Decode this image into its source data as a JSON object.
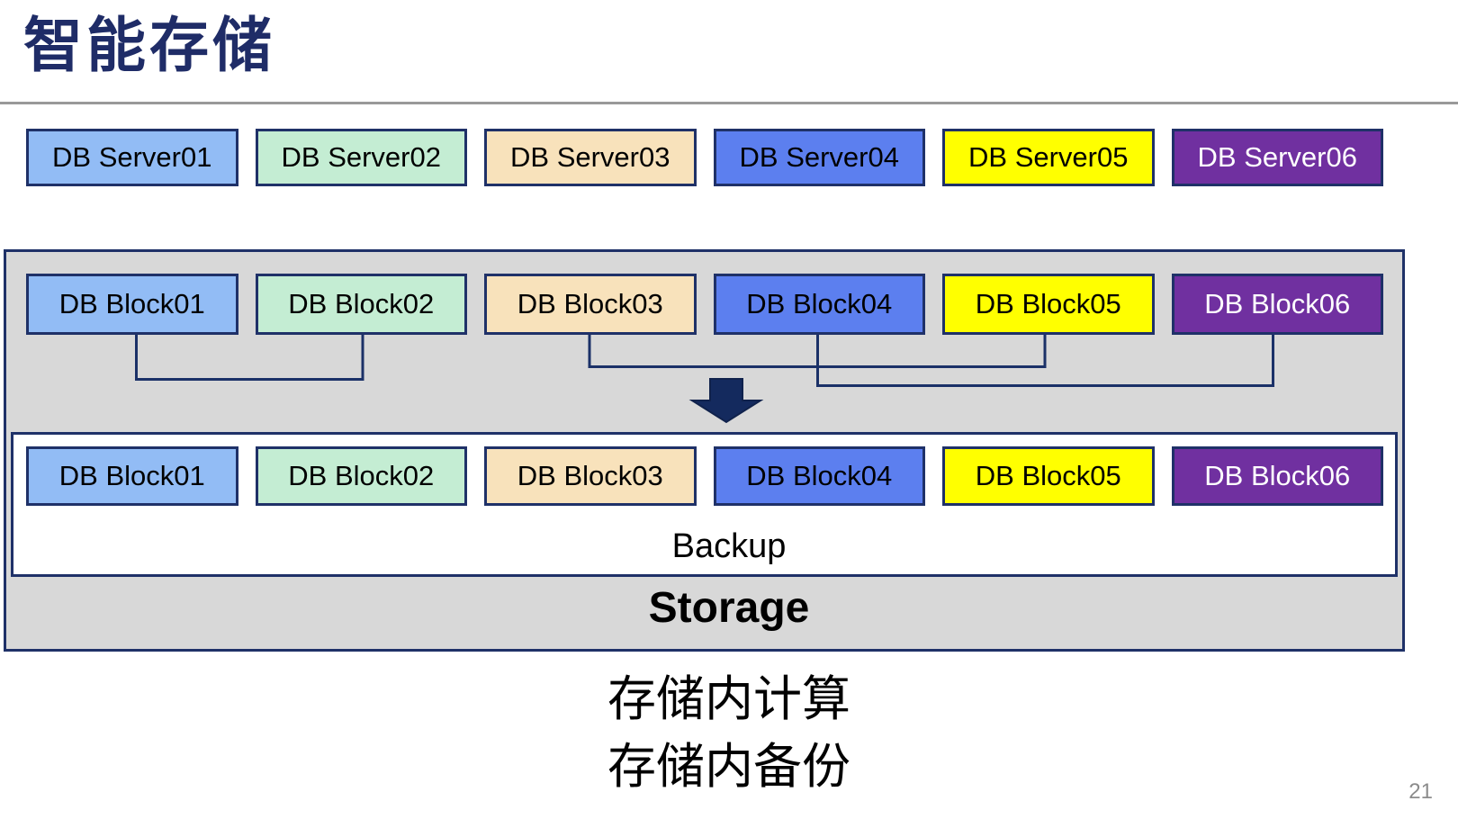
{
  "slide": {
    "title": "智能存储",
    "page_number": "21"
  },
  "palette": {
    "title_color": "#1F2C67",
    "box_border": "#1F3168",
    "connector_color": "#1B3168",
    "arrow_color": "#142A5E",
    "container_bg": "#D8D8D8",
    "divider_color": "#999999",
    "page_number_color": "#8C8C8C"
  },
  "servers": [
    {
      "label": "DB Server01",
      "bg": "#92BCF5",
      "fg": "#000000"
    },
    {
      "label": "DB Server02",
      "bg": "#C4EDD3",
      "fg": "#000000"
    },
    {
      "label": "DB Server03",
      "bg": "#F8E2BB",
      "fg": "#000000"
    },
    {
      "label": "DB Server04",
      "bg": "#5C7FEF",
      "fg": "#000000"
    },
    {
      "label": "DB Server05",
      "bg": "#FFFF00",
      "fg": "#000000"
    },
    {
      "label": "DB Server06",
      "bg": "#7030A0",
      "fg": "#FFFFFF"
    }
  ],
  "storage_unit": {
    "blocks_source": [
      {
        "label": "DB Block01",
        "bg": "#92BCF5",
        "fg": "#000000"
      },
      {
        "label": "DB Block02",
        "bg": "#C4EDD3",
        "fg": "#000000"
      },
      {
        "label": "DB Block03",
        "bg": "#F8E2BB",
        "fg": "#000000"
      },
      {
        "label": "DB Block04",
        "bg": "#5C7FEF",
        "fg": "#000000"
      },
      {
        "label": "DB Block05",
        "bg": "#FFFF00",
        "fg": "#000000"
      },
      {
        "label": "DB Block06",
        "bg": "#7030A0",
        "fg": "#FFFFFF"
      }
    ],
    "blocks_backup": [
      {
        "label": "DB Block01",
        "bg": "#92BCF5",
        "fg": "#000000"
      },
      {
        "label": "DB Block02",
        "bg": "#C4EDD3",
        "fg": "#000000"
      },
      {
        "label": "DB Block03",
        "bg": "#F8E2BB",
        "fg": "#000000"
      },
      {
        "label": "DB Block04",
        "bg": "#5C7FEF",
        "fg": "#000000"
      },
      {
        "label": "DB Block05",
        "bg": "#FFFF00",
        "fg": "#000000"
      },
      {
        "label": "DB Block06",
        "bg": "#7030A0",
        "fg": "#FFFFFF"
      }
    ],
    "connections": [
      [
        "DB Block01",
        "DB Block02"
      ],
      [
        "DB Block03",
        "DB Block05"
      ],
      [
        "DB Block04",
        "DB Block06"
      ]
    ],
    "backup_label": "Backup",
    "storage_label": "Storage"
  },
  "caption": {
    "line1": "存储内计算",
    "line2": "存储内备份"
  }
}
